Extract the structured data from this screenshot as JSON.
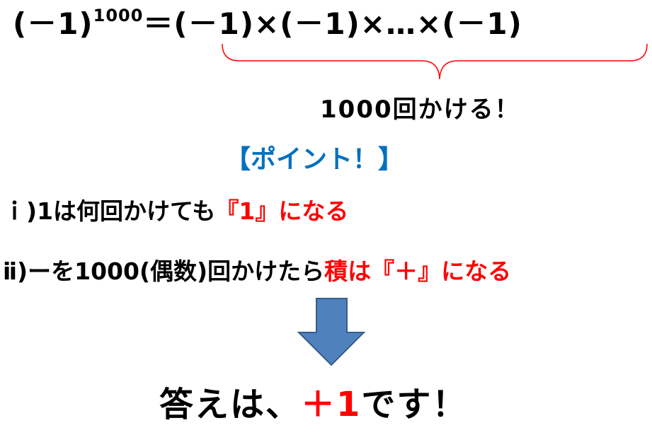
{
  "equation": {
    "lhs": "(－1)",
    "exponent": "1000",
    "rhs": "＝(－1)×(－1)×…×(－1)"
  },
  "brace_label": "1000回かける！",
  "point_heading": "【ポイント！】",
  "points": [
    {
      "prefix": "ｉ)1は何回かけても",
      "highlight": "『1』になる"
    },
    {
      "prefix": "ⅱ)ーを1000(偶数)回かけたら",
      "highlight": "積は『＋』になる"
    }
  ],
  "answer": {
    "prefix": "答えは、",
    "value": "＋1",
    "suffix": "です！"
  },
  "colors": {
    "highlight": "#ff0000",
    "heading": "#0070c0",
    "arrow": "#4f81bd"
  }
}
